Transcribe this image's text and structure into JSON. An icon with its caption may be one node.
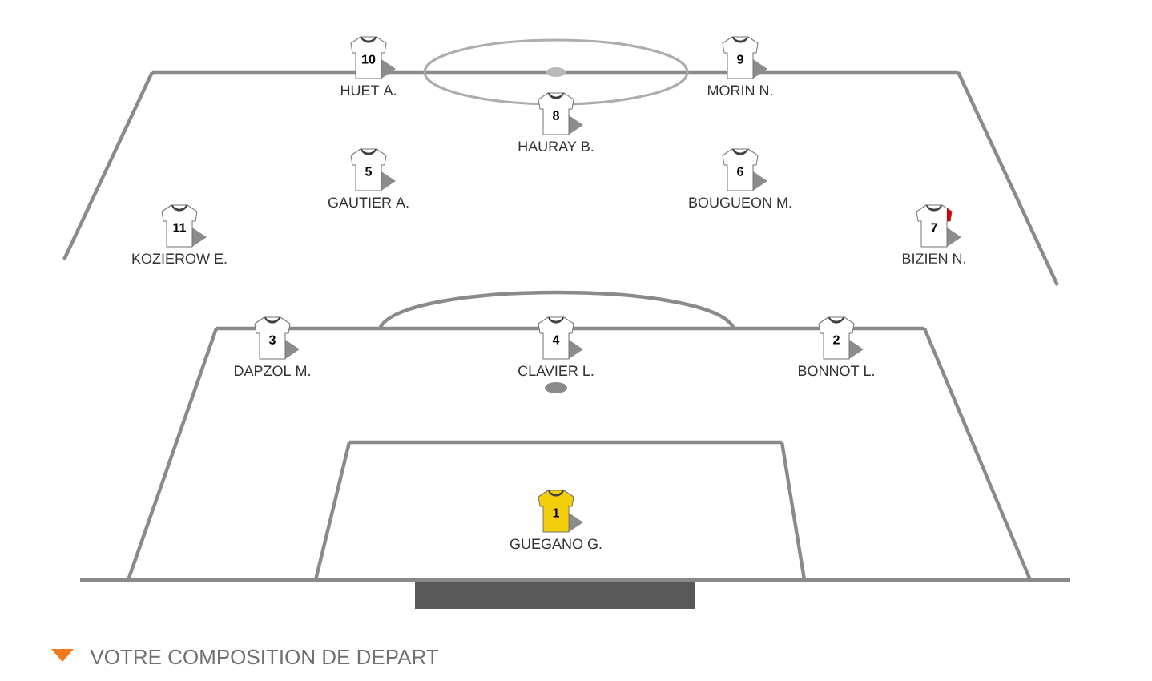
{
  "diagram": {
    "caption": "VOTRE COMPOSITION DE DEPART",
    "nodes": [
      {
        "text": [
          "10"
        ],
        "beside": [
          "HUET A."
        ]
      },
      {
        "text": [
          "9"
        ],
        "beside": [
          "MORIN N."
        ]
      },
      {
        "text": [
          "8"
        ],
        "beside": [
          "HAURAY B."
        ]
      },
      {
        "text": [
          "5"
        ],
        "beside": [
          "GAUTIER A."
        ]
      },
      {
        "text": [
          "6"
        ],
        "beside": [
          "BOUGUEON M."
        ]
      },
      {
        "text": [
          "11"
        ],
        "beside": [
          "KOZIEROW E."
        ]
      },
      {
        "text": [
          "7"
        ],
        "beside": [
          "BIZIEN N."
        ]
      },
      {
        "text": [
          "3"
        ],
        "beside": [
          "DAPZOL M."
        ]
      },
      {
        "text": [
          "4"
        ],
        "beside": [
          "CLAVIER L."
        ]
      },
      {
        "text": [
          "2"
        ],
        "beside": [
          "BONNOT L."
        ]
      },
      {
        "text": [
          "1"
        ],
        "beside": [
          "GUEGANO G."
        ]
      }
    ]
  }
}
